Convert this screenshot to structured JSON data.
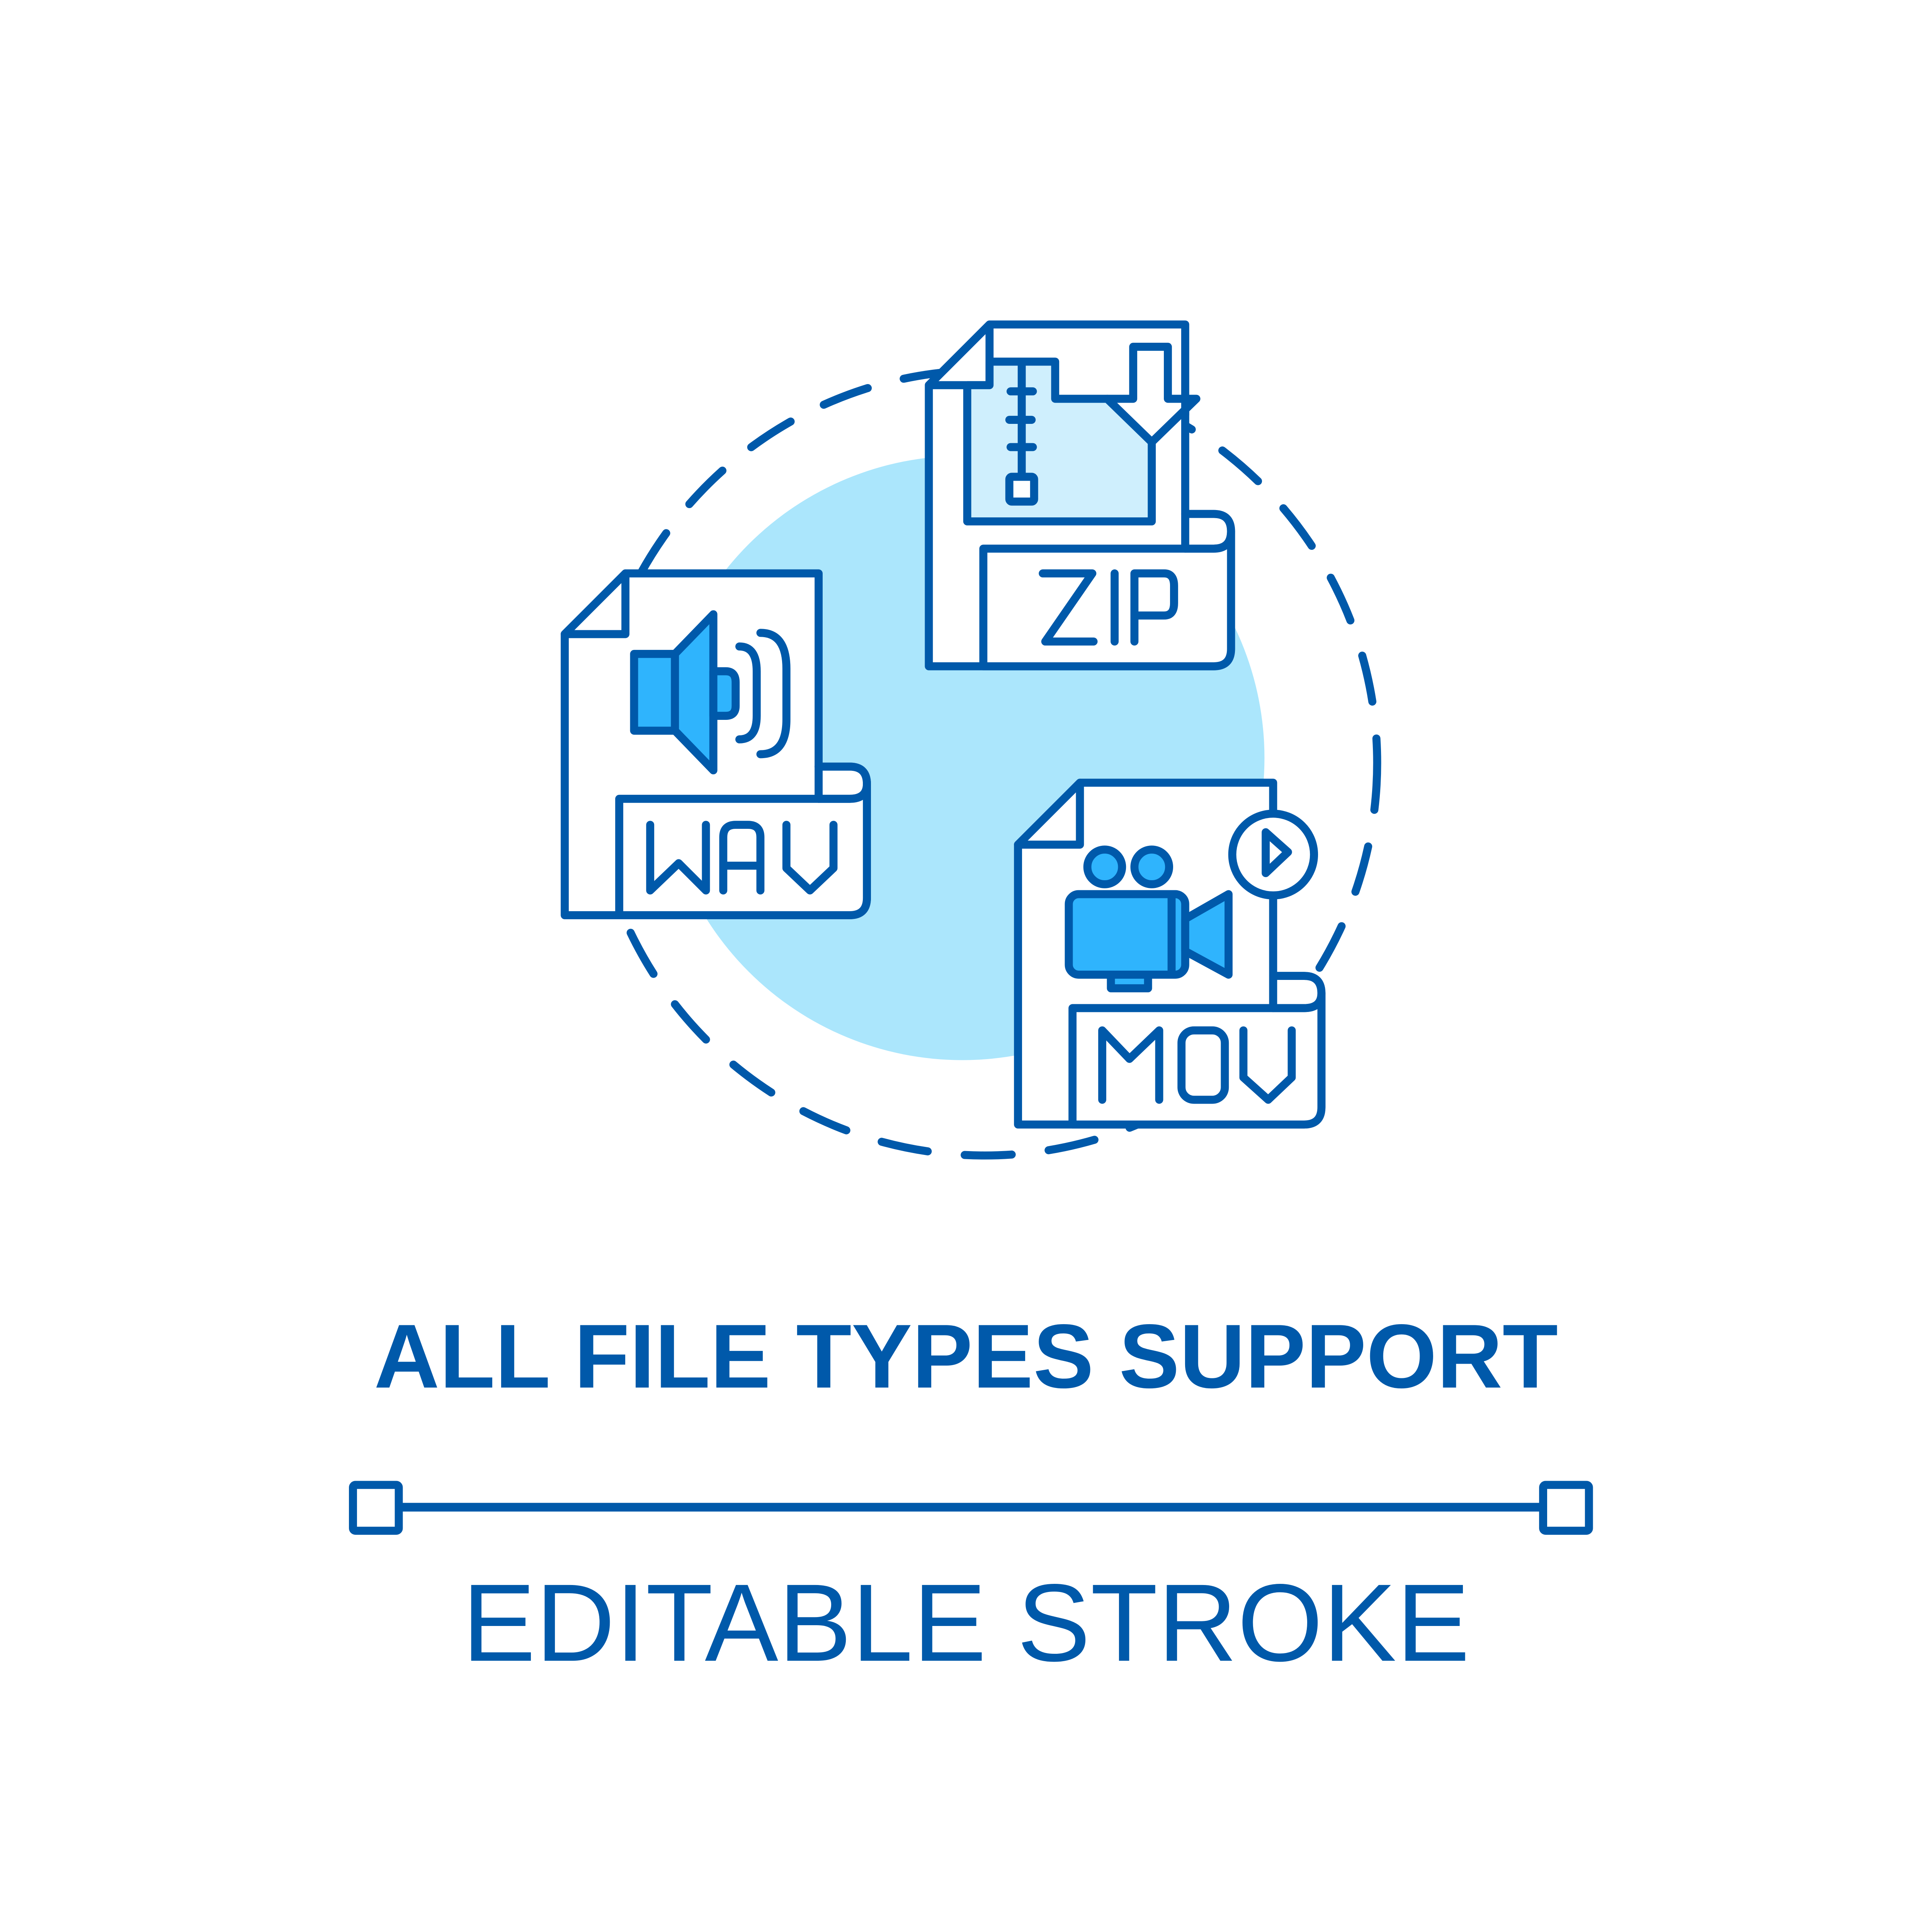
{
  "headline": "ALL FILE TYPES SUPPORT",
  "subline": "EDITABLE STROKE",
  "icons": [
    {
      "name": "zip-file-icon",
      "label": "ZIP"
    },
    {
      "name": "wav-file-icon",
      "label": "WAV"
    },
    {
      "name": "mov-file-icon",
      "label": "MOV"
    }
  ],
  "colors": {
    "stroke": "#0059AA",
    "accent_fill": "#2FB4FD",
    "light_fill": "#CFEFFD",
    "background_circle": "#ABE6FC",
    "background": "#FFFFFF"
  },
  "stroke_slider": {
    "label": "editable-stroke-indicator"
  }
}
